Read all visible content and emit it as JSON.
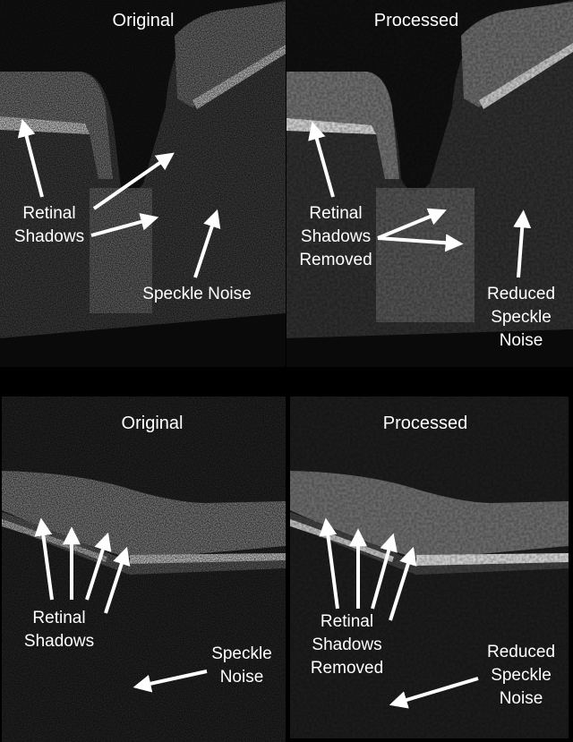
{
  "figure": {
    "top_row": {
      "original": {
        "title": "Original",
        "annotations": [
          {
            "line1": "Retinal",
            "line2": "Shadows"
          },
          {
            "line1": "Speckle Noise"
          }
        ]
      },
      "processed": {
        "title": "Processed",
        "annotations": [
          {
            "line1": "Retinal",
            "line2": "Shadows",
            "line3": "Removed"
          },
          {
            "line1": "Reduced",
            "line2": "Speckle",
            "line3": "Noise"
          }
        ]
      }
    },
    "bottom_row": {
      "original": {
        "title": "Original",
        "annotations": [
          {
            "line1": "Retinal",
            "line2": "Shadows"
          },
          {
            "line1": "Speckle",
            "line2": "Noise"
          }
        ]
      },
      "processed": {
        "title": "Processed",
        "annotations": [
          {
            "line1": "Retinal",
            "line2": "Shadows",
            "line3": "Removed"
          },
          {
            "line1": "Reduced",
            "line2": "Speckle",
            "line3": "Noise"
          }
        ]
      }
    },
    "colors": {
      "background": "#000000",
      "annotation": "#ffffff",
      "tissue_bright": "#9a9a9a",
      "tissue_dim": "#4a4a4a",
      "noise_bg": "#2a2a2a"
    }
  }
}
